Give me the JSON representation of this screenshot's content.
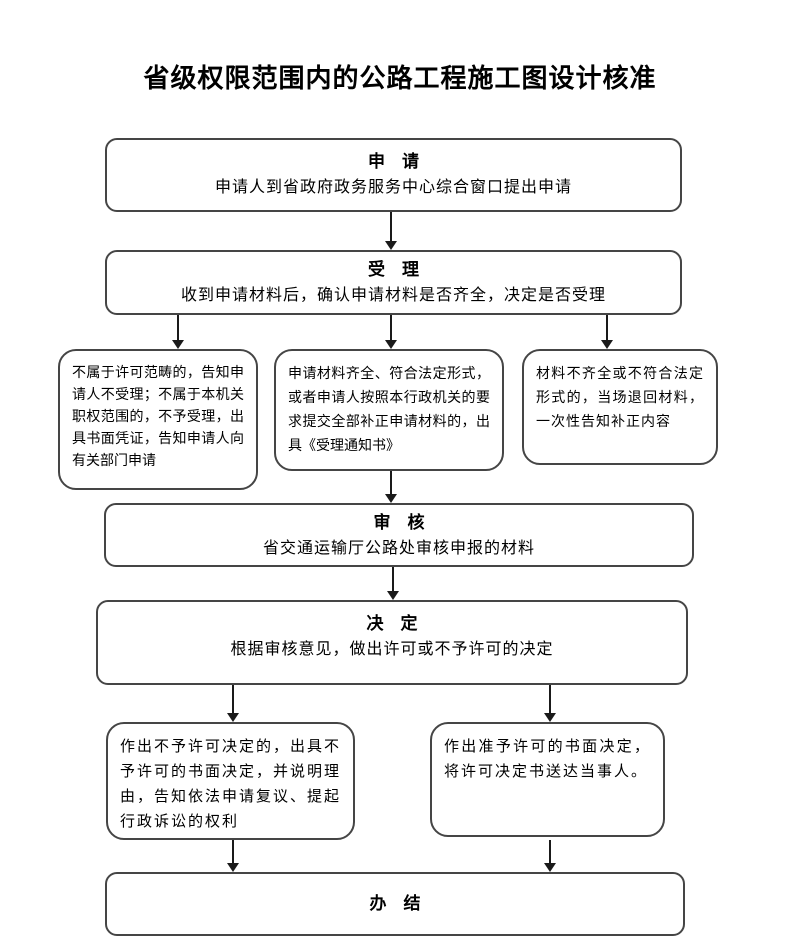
{
  "title": "省级权限范围内的公路工程施工图设计核准",
  "nodes": {
    "apply": {
      "heading": "申　请",
      "body": "申请人到省政府政务服务中心综合窗口提出申请"
    },
    "accept": {
      "heading": "受　理",
      "body": "收到申请材料后，确认申请材料是否齐全，决定是否受理"
    },
    "branch_reject": {
      "body": "不属于许可范畴的，告知申请人不受理；不属于本机关职权范围的，不予受理，出具书面凭证，告知申请人向有关部门申请"
    },
    "branch_ok": {
      "body": "申请材料齐全、符合法定形式，或者申请人按照本行政机关的要求提交全部补正申请材料的，出具《受理通知书》"
    },
    "branch_incomplete": {
      "body": "材料不齐全或不符合法定形式的，当场退回材料，一次性告知补正内容"
    },
    "review": {
      "heading": "审　核",
      "body": "省交通运输厅公路处审核申报的材料"
    },
    "decision": {
      "heading": "决　定",
      "body": "根据审核意见，做出许可或不予许可的决定"
    },
    "deny": {
      "body": "作出不予许可决定的，出具不予许可的书面决定，并说明理由，告知依法申请复议、提起行政诉讼的权利"
    },
    "grant": {
      "body": "作出准予许可的书面决定，将许可决定书送达当事人。"
    },
    "complete": {
      "heading": "办　结"
    }
  },
  "colors": {
    "background": "#ffffff",
    "box_border": "#454545",
    "arrow": "#1a1a1a",
    "text": "#000000"
  }
}
